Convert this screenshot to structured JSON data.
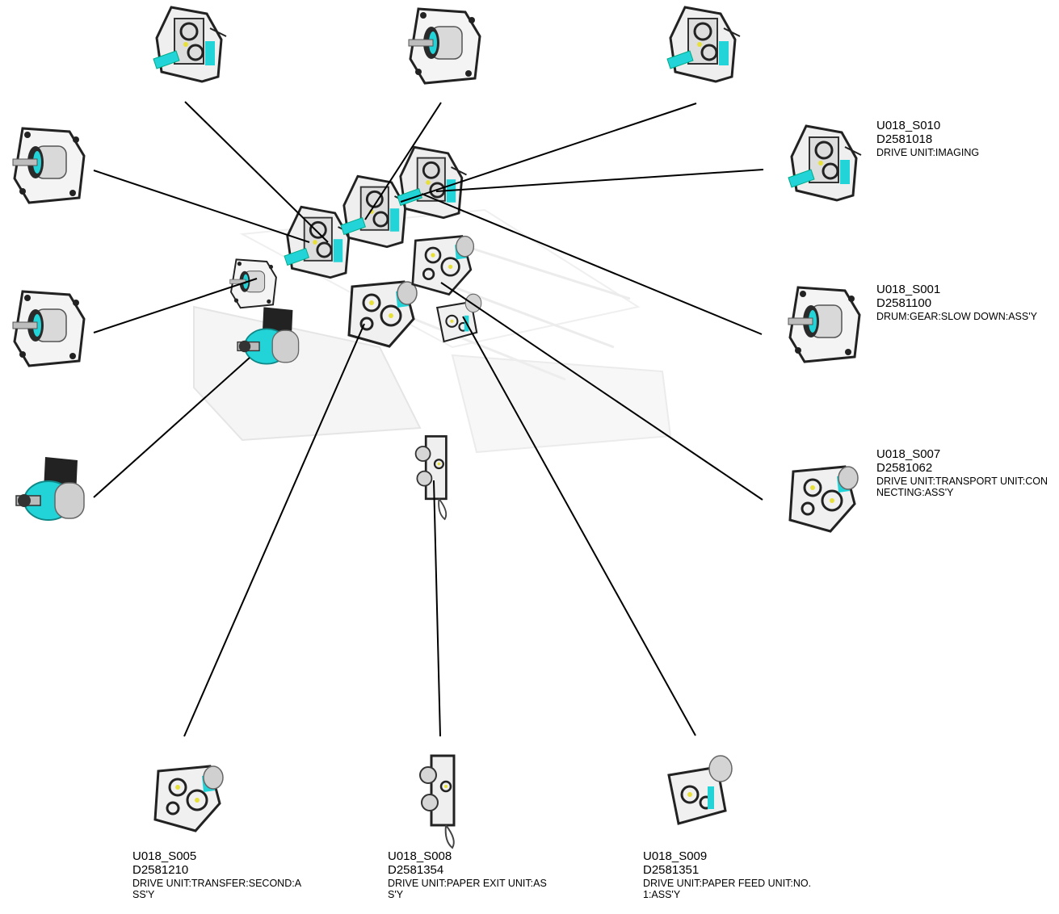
{
  "colors": {
    "metal": "#c9c9c9",
    "frame": "#2a2a2a",
    "accent": "#22d3d8",
    "gear": "#e8e03a",
    "leader": "#000000",
    "ghost": "#e6e6e6"
  },
  "callouts": [
    {
      "id": "s010",
      "code": "U018_S010",
      "part": "D2581018",
      "desc": "DRIVE UNIT:IMAGING"
    },
    {
      "id": "s001",
      "code": "U018_S001",
      "part": "D2581100",
      "desc": "DRUM:GEAR:SLOW DOWN:ASS'Y"
    },
    {
      "id": "s007",
      "code": "U018_S007",
      "part": "D2581062",
      "desc": "DRIVE UNIT:TRANSPORT UNIT:CONNECTING:ASS'Y"
    },
    {
      "id": "s005",
      "code": "U018_S005",
      "part": "D2581210",
      "desc": "DRIVE UNIT:TRANSFER:SECOND:ASS'Y"
    },
    {
      "id": "s008",
      "code": "U018_S008",
      "part": "D2581354",
      "desc": "DRIVE UNIT:PAPER EXIT UNIT:ASS'Y"
    },
    {
      "id": "s009",
      "code": "U018_S009",
      "part": "D2581351",
      "desc": "DRIVE UNIT:PAPER FEED UNIT:NO.1:ASS'Y"
    }
  ],
  "thumbnails": [
    {
      "id": "top-left",
      "kind": "imaging-drive-unit-icon"
    },
    {
      "id": "top-center",
      "kind": "motor-drive-unit-icon"
    },
    {
      "id": "top-right",
      "kind": "imaging-drive-unit-icon"
    },
    {
      "id": "left-upper",
      "kind": "motor-drive-unit-icon"
    },
    {
      "id": "left-middle",
      "kind": "motor-drive-unit-icon"
    },
    {
      "id": "left-lower",
      "kind": "bracket-motor-icon"
    },
    {
      "id": "right-s010",
      "kind": "imaging-drive-unit-icon"
    },
    {
      "id": "right-s001",
      "kind": "motor-drive-unit-icon"
    },
    {
      "id": "right-s007",
      "kind": "gear-drive-unit-icon"
    },
    {
      "id": "bottom-s005",
      "kind": "gear-drive-unit-icon"
    },
    {
      "id": "bottom-s008",
      "kind": "paper-exit-drive-icon"
    },
    {
      "id": "bottom-s009",
      "kind": "paper-feed-drive-icon"
    }
  ]
}
